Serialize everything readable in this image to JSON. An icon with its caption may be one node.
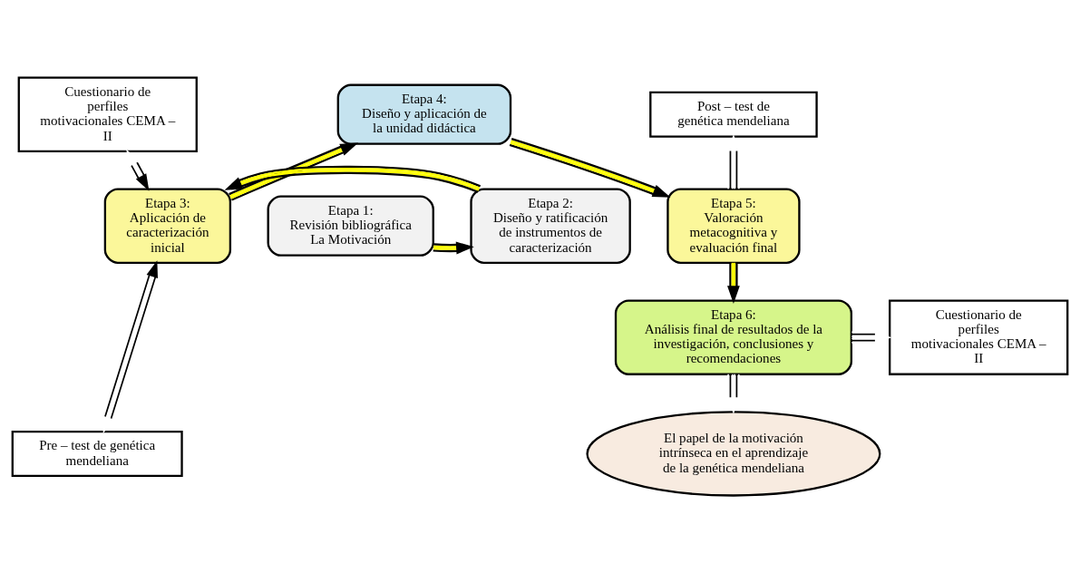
{
  "diagram": {
    "nodes": [
      {
        "text": [
          "Cuestionario de perfiles motivacionales CEMA – II"
        ]
      },
      {
        "text": [
          "Etapa 4:",
          "Diseño y aplicación de la unidad didáctica"
        ]
      },
      {
        "text": [
          "Post – test de genética mendeliana"
        ]
      },
      {
        "text": [
          "Etapa 3:",
          "Aplicación de caracterización inicial"
        ]
      },
      {
        "text": [
          "Etapa 2:",
          "Diseño y ratificación de instrumentos de caracterización"
        ]
      },
      {
        "text": [
          "Etapa 1:",
          "Revisión bibliográfica",
          "La Motivación"
        ]
      },
      {
        "text": [
          "Etapa 5:",
          "Valoración metacognitiva y evaluación final"
        ]
      },
      {
        "text": [
          "Pre – test de genética mendeliana"
        ]
      },
      {
        "text": [
          "El papel de la motivación intrínseca en el aprendizaje de la genética mendeliana"
        ]
      },
      {
        "text": [
          "Cuestionario de perfiles motivacionales CEMA – II"
        ]
      },
      {
        "text": [
          "Etapa 6:",
          "Análisis final de resultados de la investigación, conclusiones y recomendaciones"
        ]
      }
    ],
    "edges": [
      {
        "from": 5,
        "to": 4,
        "arrow": "to"
      },
      {
        "from": 4,
        "to": 3,
        "arrow": "to"
      },
      {
        "from": 3,
        "to": 1,
        "arrow": "to"
      },
      {
        "from": 1,
        "to": 6,
        "arrow": "to"
      },
      {
        "from": 6,
        "to": 2,
        "arrow": "to",
        "color": "#ffffff"
      },
      {
        "from": 6,
        "to": 10,
        "arrow": "to"
      },
      {
        "from": 10,
        "to": 8,
        "arrow": "to",
        "color": "#ffffff"
      },
      {
        "from": 10,
        "to": 9,
        "arrow": "to",
        "color": "#ffffff"
      },
      {
        "from": 3,
        "to": 0,
        "arrow": "both",
        "color": "#ffffff"
      },
      {
        "from": 3,
        "to": 7,
        "arrow": "both",
        "color": "#ffffff"
      }
    ]
  }
}
